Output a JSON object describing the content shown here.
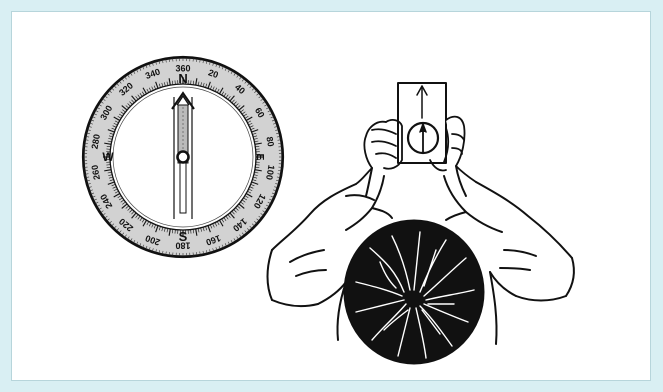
{
  "compass": {
    "cardinals": {
      "north": "N",
      "south": "S",
      "east": "E",
      "west": "W"
    },
    "degree_labels": [
      {
        "text": "360",
        "angle": 0
      },
      {
        "text": "20",
        "angle": 20
      },
      {
        "text": "40",
        "angle": 40
      },
      {
        "text": "60",
        "angle": 60
      },
      {
        "text": "80",
        "angle": 80
      },
      {
        "text": "100",
        "angle": 100
      },
      {
        "text": "120",
        "angle": 120
      },
      {
        "text": "140",
        "angle": 140
      },
      {
        "text": "160",
        "angle": 160
      },
      {
        "text": "180",
        "angle": 180
      },
      {
        "text": "200",
        "angle": 200
      },
      {
        "text": "220",
        "angle": 220
      },
      {
        "text": "240",
        "angle": 240
      },
      {
        "text": "260",
        "angle": 260
      },
      {
        "text": "280",
        "angle": 280
      },
      {
        "text": "300",
        "angle": 300
      },
      {
        "text": "320",
        "angle": 320
      },
      {
        "text": "340",
        "angle": 340
      }
    ]
  },
  "colors": {
    "background": "#d9eff3",
    "panel": "#ffffff",
    "ink": "#111111",
    "bezel_shade": "#cfcfcf"
  }
}
